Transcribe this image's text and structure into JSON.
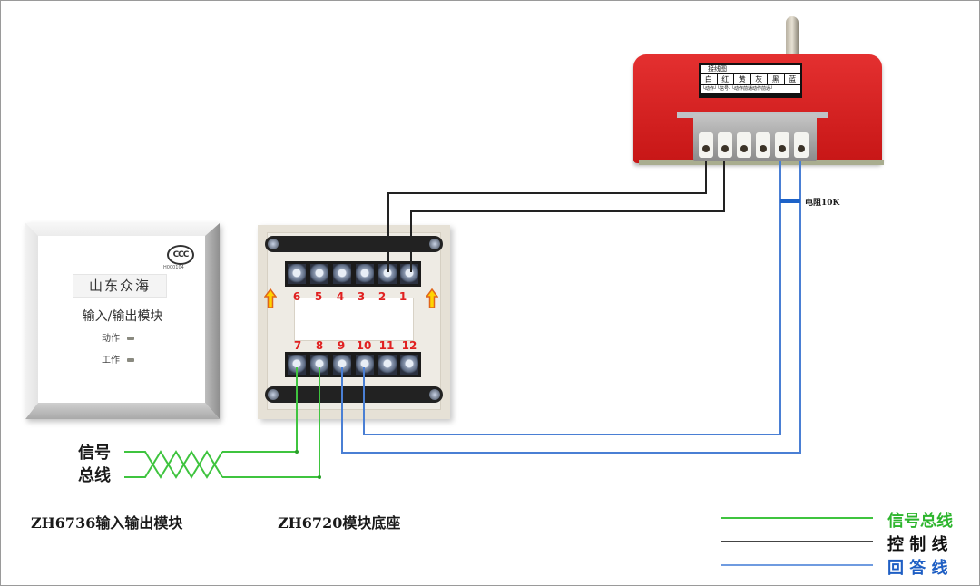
{
  "diagram": {
    "module": {
      "caption": "ZH6736输入输出模块",
      "certification_mark": "CCC",
      "certification_code": "H000104",
      "brand": "山东众海",
      "product_name": "输入/输出模块",
      "indicators": [
        {
          "label": "动作"
        },
        {
          "label": "工作"
        }
      ]
    },
    "base": {
      "caption": "ZH6720模块底座",
      "top_terminals": [
        "6",
        "5",
        "4",
        "3",
        "2",
        "1"
      ],
      "bottom_terminals": [
        "7",
        "8",
        "9",
        "10",
        "11",
        "12"
      ]
    },
    "device": {
      "label_header": "接线图",
      "label_colors": [
        "白",
        "红",
        "黄",
        "灰",
        "黑",
        "蓝"
      ],
      "label_footer": "└动作┘└信号┘└动作前通动作前通┘",
      "terminal_count": 6
    },
    "resistor_label": "电阻10K",
    "signal_bus_label": [
      "信号",
      "总线"
    ],
    "connections": [
      {
        "from": "base terminal 7",
        "to": "signal bus",
        "type": "signal_bus"
      },
      {
        "from": "base terminal 8",
        "to": "signal bus",
        "type": "signal_bus"
      },
      {
        "from": "base terminal 2",
        "to": "device terminal 1",
        "type": "control"
      },
      {
        "from": "base terminal 1",
        "to": "device terminal 2",
        "type": "control"
      },
      {
        "from": "base terminal 10",
        "to": "device terminal 5",
        "type": "feedback"
      },
      {
        "from": "base terminal 9",
        "to": "device terminal 6",
        "type": "feedback"
      }
    ]
  },
  "legend": [
    {
      "label": "信号总线",
      "color": "#2db52d",
      "type": "signal_bus"
    },
    {
      "label": "控 制 线",
      "color": "#111111",
      "type": "control"
    },
    {
      "label": "回 答 线",
      "color": "#1f5fc4",
      "type": "feedback"
    }
  ],
  "colors": {
    "signal_bus": "#3fc43f",
    "control": "#222222",
    "feedback": "#4a7fd4",
    "terminal_numbers": "#e02020",
    "device_red": "#d81e1e",
    "arrow_yellow": "#ffd400"
  }
}
